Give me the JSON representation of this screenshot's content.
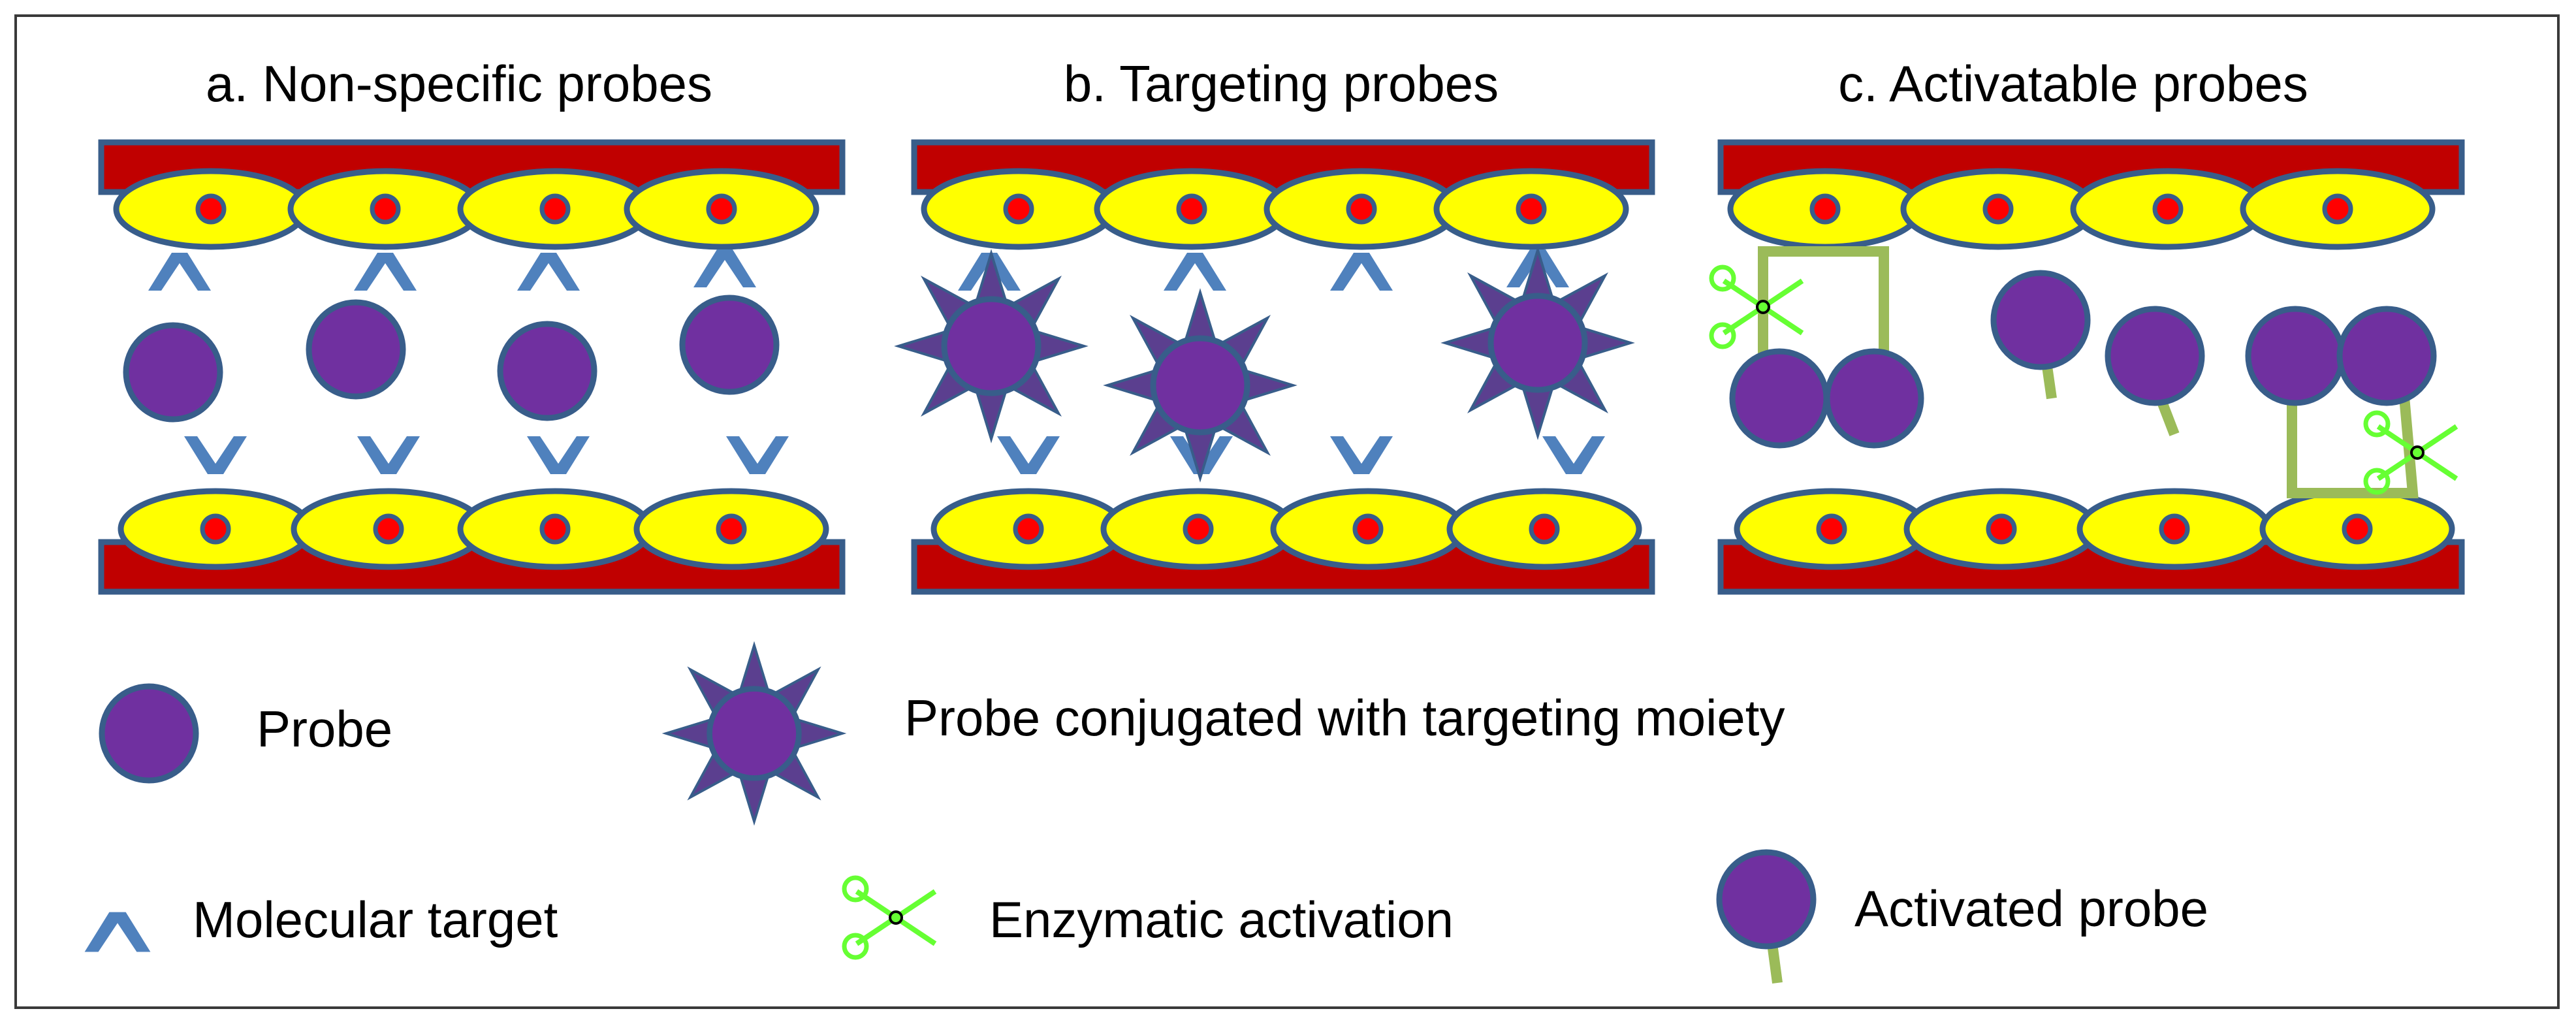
{
  "panels": [
    {
      "title": "a. Non-specific probes"
    },
    {
      "title": "b. Targeting probes"
    },
    {
      "title": "c. Activatable probes"
    }
  ],
  "legend": {
    "probe": "Probe",
    "conjugated": "Probe conjugated with targeting moiety",
    "target": "Molecular target",
    "enzymatic": "Enzymatic activation",
    "activated": "Activated probe"
  },
  "colors": {
    "vessel_wall": "#c00000",
    "cell": "#ffff00",
    "nucleus": "#ff0000",
    "outline": "#385d8a",
    "probe": "#7030a0",
    "target": "#4f81bd",
    "star_spike": "#5b3f8f",
    "linker": "#9bbb59",
    "scissors": "#66ff33"
  }
}
